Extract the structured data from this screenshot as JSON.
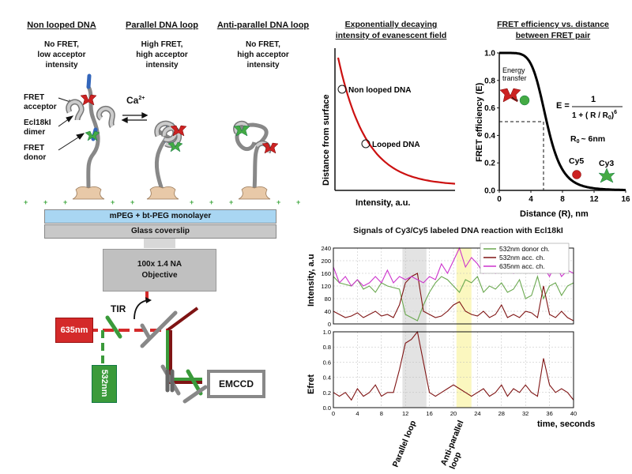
{
  "left": {
    "col1": {
      "title": "Non looped DNA",
      "line1": "No FRET,",
      "line2": "low acceptor",
      "line3": "intensity"
    },
    "col2": {
      "title": "Parallel DNA loop",
      "line1": "High FRET,",
      "line2": "high acceptor",
      "line3": "intensity"
    },
    "col3": {
      "title": "Anti-parallel DNA loop",
      "line1": "No FRET,",
      "line2": "high acceptor",
      "line3": "intensity"
    },
    "labels": {
      "acceptor1": "FRET",
      "acceptor2": "acceptor",
      "dimer1": "Ecl18kI",
      "dimer2": "dimer",
      "donor1": "FRET",
      "donor2": "donor",
      "calcium": "Ca",
      "calcium_sup": "2+"
    },
    "monolayer": "mPEG + bt-PEG monolayer",
    "coverslip": "Glass coverslip",
    "objective1": "100x 1.4 NA",
    "objective2": "Objective",
    "tir": "TIR",
    "laser_red": "635nm",
    "laser_green": "532nm",
    "camera": "EMCCD",
    "colors": {
      "laser_red": "#d42a2a",
      "laser_green": "#3a9a3a",
      "monolayer": "#a9d6f2",
      "coverslip": "#c8c8c8",
      "objective": "#c0c0c0"
    }
  },
  "evanescent": {
    "title1": "Exponentially decaying",
    "title2": "intensity of evanescent field",
    "ylabel": "Distance from surface",
    "xlabel": "Intensity, a.u.",
    "point1": "Non looped DNA",
    "point2": "Looped DNA",
    "curve_color": "#cc1111"
  },
  "fret": {
    "title1": "FRET efficiency vs. distance",
    "title2": "between FRET pair",
    "ylabel": "FRET efficiency (E)",
    "xlabel": "Distance (R), nm",
    "energy1": "Energy",
    "energy2": "transfer",
    "eq_lhs": "E =",
    "eq_num": "1",
    "eq_den": "1 + ( R / R",
    "eq_den_sub": "0",
    "eq_den_end": ")",
    "eq_den_sup": "6",
    "r0": "R",
    "r0_sub": "0",
    "r0_val": "~ 6nm",
    "cy5": "Cy5",
    "cy3": "Cy3",
    "xticks": [
      "0",
      "4",
      "8",
      "12",
      "16"
    ],
    "yticks": [
      "0.0",
      "0.2",
      "0.4",
      "0.6",
      "0.8",
      "1.0"
    ]
  },
  "signals": {
    "title": "Signals of Cy3/Cy5 labeled DNA reaction with Ecl18kI",
    "ylabel_top": "Intensity, a.u",
    "ylabel_bottom": "Efret",
    "xlabel": "time, seconds",
    "legend": [
      {
        "name": "532nm donor ch.",
        "color": "#6aa84f"
      },
      {
        "name": "532nm acc. ch.",
        "color": "#7f1414"
      },
      {
        "name": "635nm acc. ch.",
        "color": "#cc33cc"
      }
    ],
    "top_yticks": [
      "0",
      "40",
      "80",
      "120",
      "160",
      "200",
      "240"
    ],
    "bottom_yticks": [
      "0.0",
      "0.2",
      "0.4",
      "0.6",
      "0.8",
      "1.0"
    ],
    "xticks": [
      "0",
      "4",
      "8",
      "12",
      "16",
      "20",
      "24",
      "28",
      "32",
      "36",
      "40"
    ],
    "annot1": "Parallel loop",
    "annot2a": "Anti-parallel",
    "annot2b": "loop",
    "gray_band": [
      11.5,
      15.5
    ],
    "yellow_band": [
      20.5,
      23
    ]
  },
  "chart_data": [
    {
      "type": "line",
      "title": "Exponentially decaying intensity of evanescent field",
      "xlabel": "Intensity, a.u.",
      "ylabel": "Distance from surface",
      "series": [
        {
          "values": "exponential decay"
        }
      ],
      "annotations": [
        "Non looped DNA",
        "Looped DNA"
      ]
    },
    {
      "type": "line",
      "title": "FRET efficiency vs. distance between FRET pair",
      "xlabel": "Distance (R), nm",
      "ylabel": "FRET efficiency (E)",
      "xlim": [
        0,
        16
      ],
      "ylim": [
        0,
        1.0
      ],
      "x": [
        0,
        1,
        2,
        3,
        4,
        5,
        6,
        7,
        8,
        9,
        10,
        11,
        12,
        13,
        14,
        15,
        16
      ],
      "series": [
        {
          "values": [
            1.0,
            1.0,
            0.998,
            0.989,
            0.919,
            0.739,
            0.5,
            0.286,
            0.1,
            0.052,
            0.022,
            0.014,
            0.008,
            0.004,
            0.002,
            0.001,
            0.001
          ]
        }
      ]
    },
    {
      "type": "line",
      "title": "Signals of Cy3/Cy5 labeled DNA reaction with Ecl18kI",
      "xlabel": "time, seconds",
      "ylabel": "Intensity, a.u",
      "xlim": [
        0,
        40
      ],
      "ylim": [
        0,
        240
      ],
      "x": [
        0,
        1,
        2,
        3,
        4,
        5,
        6,
        7,
        8,
        9,
        10,
        11,
        12,
        13,
        14,
        15,
        16,
        17,
        18,
        19,
        20,
        21,
        22,
        23,
        24,
        25,
        26,
        27,
        28,
        29,
        30,
        31,
        32,
        33,
        34,
        35,
        36,
        37,
        38,
        39,
        40
      ],
      "series": [
        {
          "name": "532nm donor ch.",
          "values": [
            150,
            130,
            125,
            120,
            140,
            110,
            120,
            100,
            130,
            120,
            115,
            110,
            30,
            20,
            10,
            60,
            100,
            130,
            150,
            140,
            120,
            100,
            140,
            130,
            150,
            100,
            120,
            110,
            130,
            100,
            110,
            140,
            80,
            90,
            150,
            80,
            120,
            130,
            90,
            120,
            130
          ]
        },
        {
          "name": "532nm acc. ch.",
          "values": [
            40,
            30,
            20,
            25,
            35,
            20,
            30,
            40,
            25,
            30,
            20,
            60,
            130,
            150,
            160,
            40,
            30,
            20,
            25,
            40,
            60,
            70,
            40,
            30,
            25,
            40,
            20,
            30,
            60,
            20,
            30,
            20,
            40,
            35,
            20,
            120,
            30,
            20,
            40,
            20,
            10
          ]
        },
        {
          "name": "635nm acc. ch.",
          "values": [
            180,
            130,
            150,
            120,
            140,
            120,
            130,
            150,
            130,
            170,
            130,
            150,
            140,
            150,
            140,
            130,
            150,
            140,
            190,
            160,
            200,
            240,
            180,
            210,
            190,
            160,
            190,
            160,
            180,
            200,
            160,
            180,
            170,
            190,
            160,
            180,
            150,
            190,
            150,
            170,
            160
          ]
        }
      ]
    },
    {
      "type": "line",
      "xlabel": "time, seconds",
      "ylabel": "Efret",
      "xlim": [
        0,
        40
      ],
      "ylim": [
        0,
        1.0
      ],
      "x": [
        0,
        1,
        2,
        3,
        4,
        5,
        6,
        7,
        8,
        9,
        10,
        11,
        12,
        13,
        14,
        15,
        16,
        17,
        18,
        19,
        20,
        21,
        22,
        23,
        24,
        25,
        26,
        27,
        28,
        29,
        30,
        31,
        32,
        33,
        34,
        35,
        36,
        37,
        38,
        39,
        40
      ],
      "series": [
        {
          "values": [
            0.2,
            0.15,
            0.2,
            0.1,
            0.25,
            0.15,
            0.2,
            0.3,
            0.15,
            0.2,
            0.2,
            0.5,
            0.85,
            0.9,
            1.0,
            0.6,
            0.2,
            0.15,
            0.2,
            0.25,
            0.3,
            0.25,
            0.2,
            0.15,
            0.2,
            0.25,
            0.15,
            0.2,
            0.3,
            0.15,
            0.25,
            0.2,
            0.3,
            0.2,
            0.15,
            0.65,
            0.3,
            0.2,
            0.25,
            0.2,
            0.1
          ]
        }
      ]
    }
  ]
}
